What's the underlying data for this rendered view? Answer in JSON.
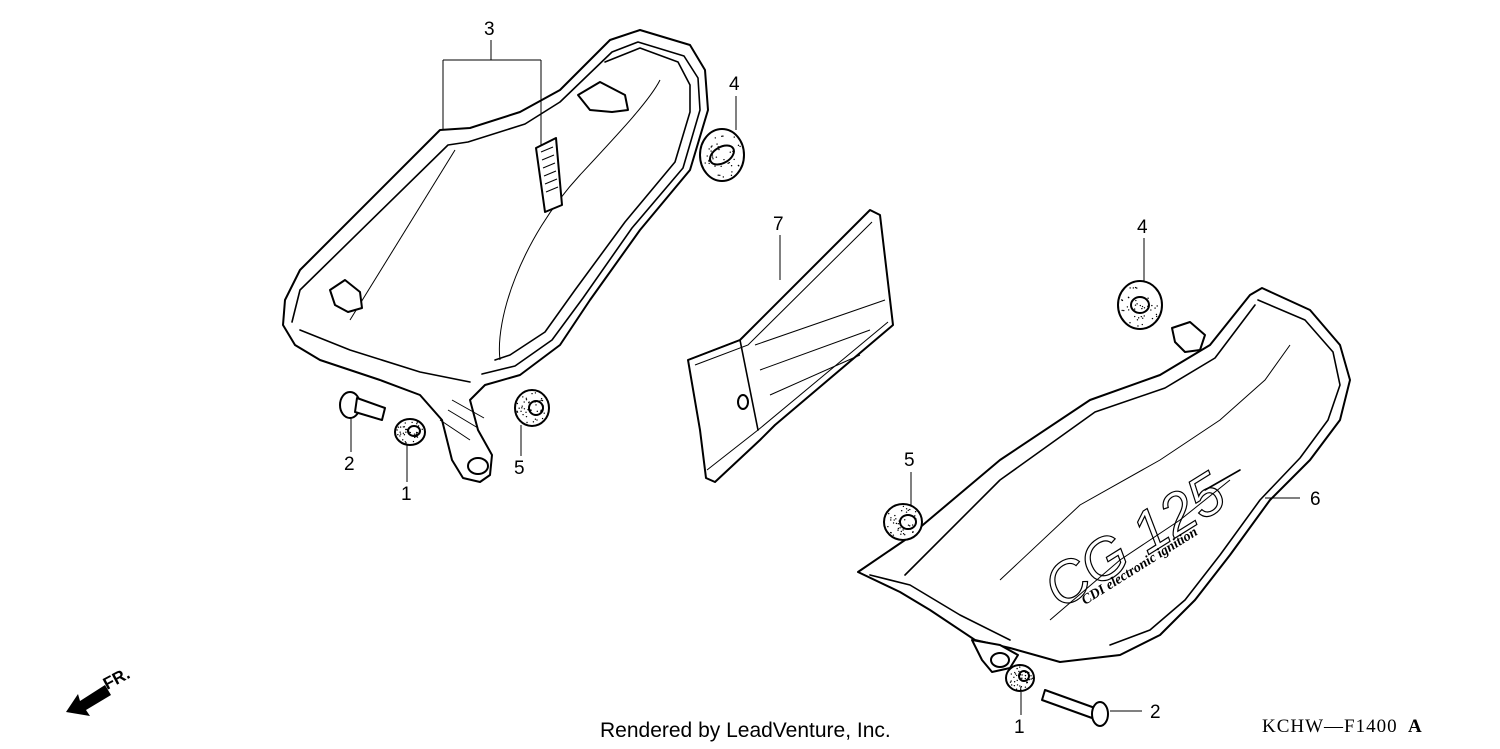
{
  "callouts": {
    "c1a": "1",
    "c1b": "1",
    "c2a": "2",
    "c2b": "2",
    "c3": "3",
    "c4a": "4",
    "c4b": "4",
    "c5a": "5",
    "c5b": "5",
    "c6": "6",
    "c7": "7"
  },
  "decal": {
    "model": "CG 125",
    "tagline": "CDI electronic ignition"
  },
  "direction_label": "FR.",
  "credit": "Rendered by LeadVenture, Inc.",
  "diagram_code": "KCHW—F1400",
  "diagram_code_suffix": "A"
}
